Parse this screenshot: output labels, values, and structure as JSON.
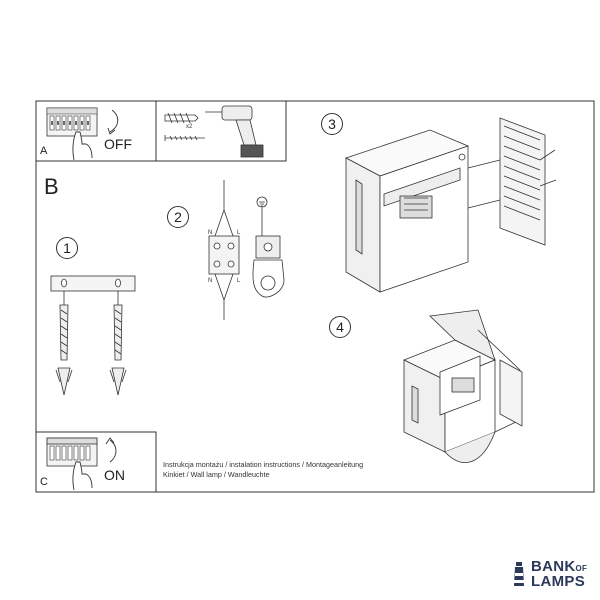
{
  "panels": {
    "a_label": "A",
    "b_label": "B",
    "c_label": "C",
    "off_text": "OFF",
    "on_text": "ON",
    "screws_count": "x2"
  },
  "steps": {
    "step1": "1",
    "step2": "2",
    "step3": "3",
    "step4": "4"
  },
  "wiring": {
    "n_left_top": "N",
    "l_right_top": "L",
    "n_left_bottom": "N",
    "l_right_bottom": "L"
  },
  "caption": {
    "line1": "Instrukcja montażu / instalation instructions / Montageanleitung",
    "line2": "Kinkiet / Wall lamp / Wandleuchte"
  },
  "brand": {
    "word1": "BANK",
    "word_of": "OF",
    "word2": "LAMPS",
    "color": "#2b3a5a"
  }
}
